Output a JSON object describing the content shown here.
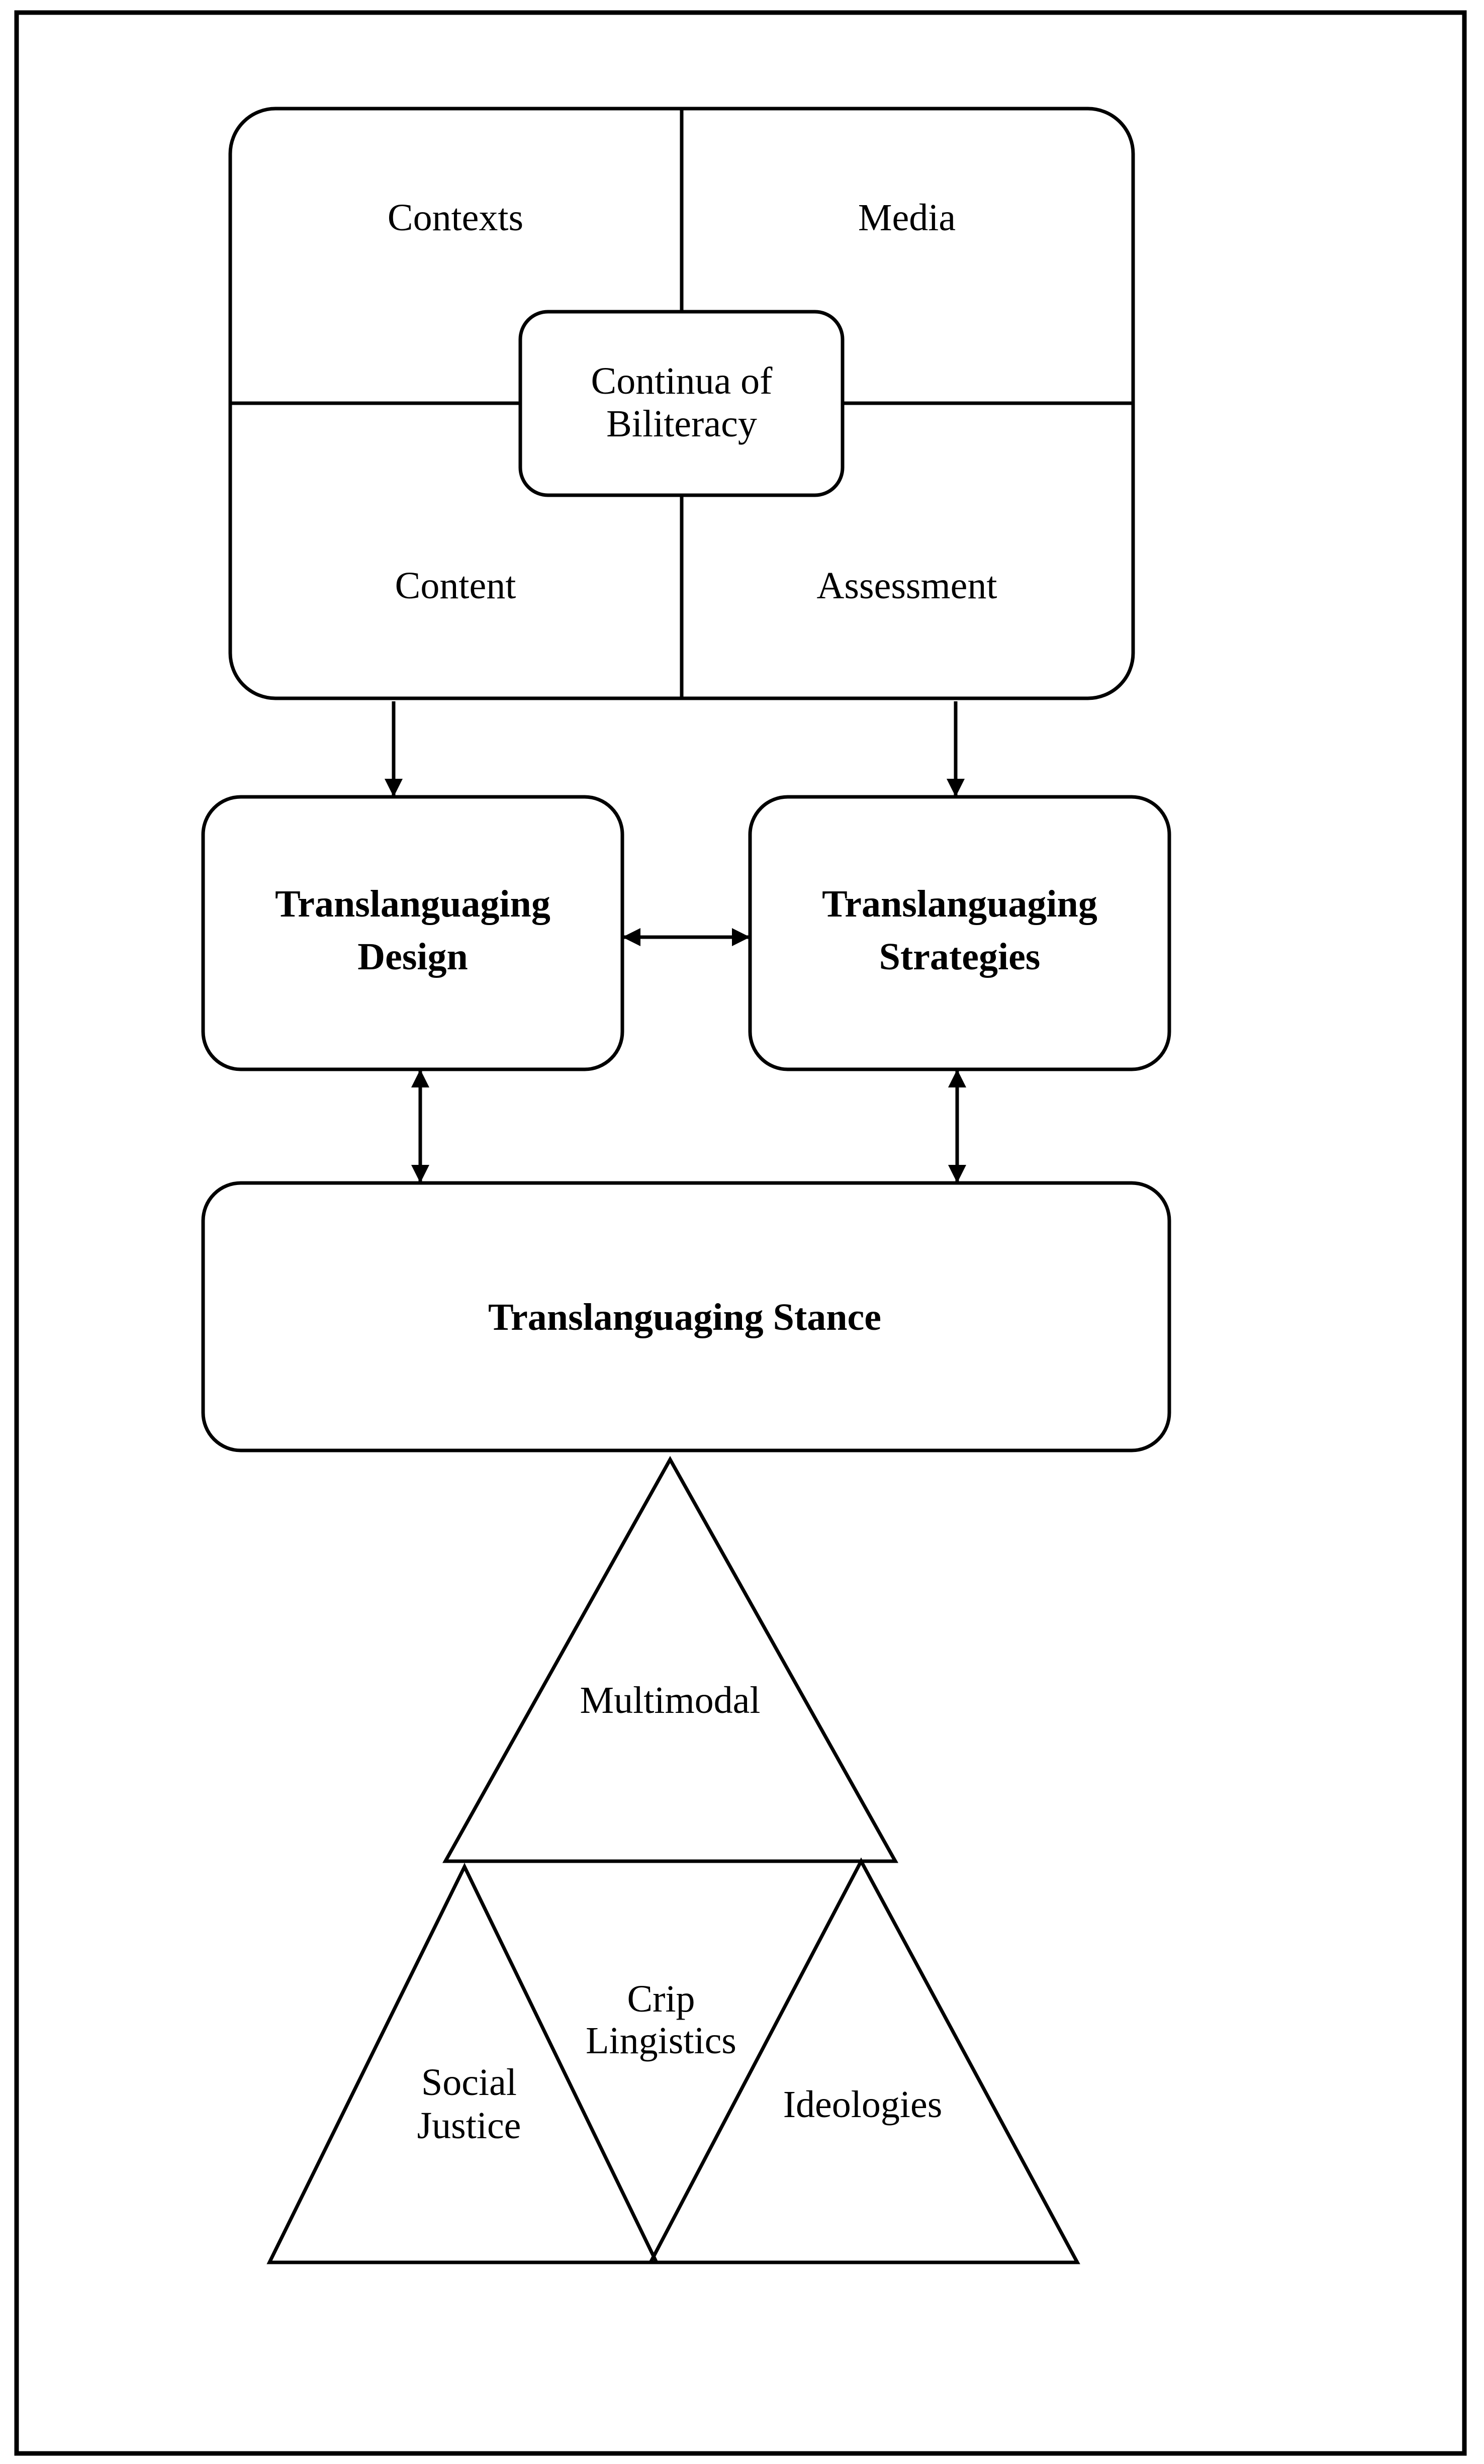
{
  "quadrants": {
    "top_left": "Contexts",
    "top_right": "Media",
    "bottom_left": "Content",
    "bottom_right": "Assessment"
  },
  "center": {
    "line1": "Continua of",
    "line2": "Biliteracy"
  },
  "design": {
    "line1": "Translanguaging",
    "line2": "Design"
  },
  "strategies": {
    "line1": "Translanguaging",
    "line2": "Strategies"
  },
  "stance": "Translanguaging Stance",
  "triangles": {
    "top": "Multimodal",
    "left_line1": "Social",
    "left_line2": "Justice",
    "middle_line1": "Crip",
    "middle_line2": "Lingistics",
    "right": "Ideologies"
  }
}
